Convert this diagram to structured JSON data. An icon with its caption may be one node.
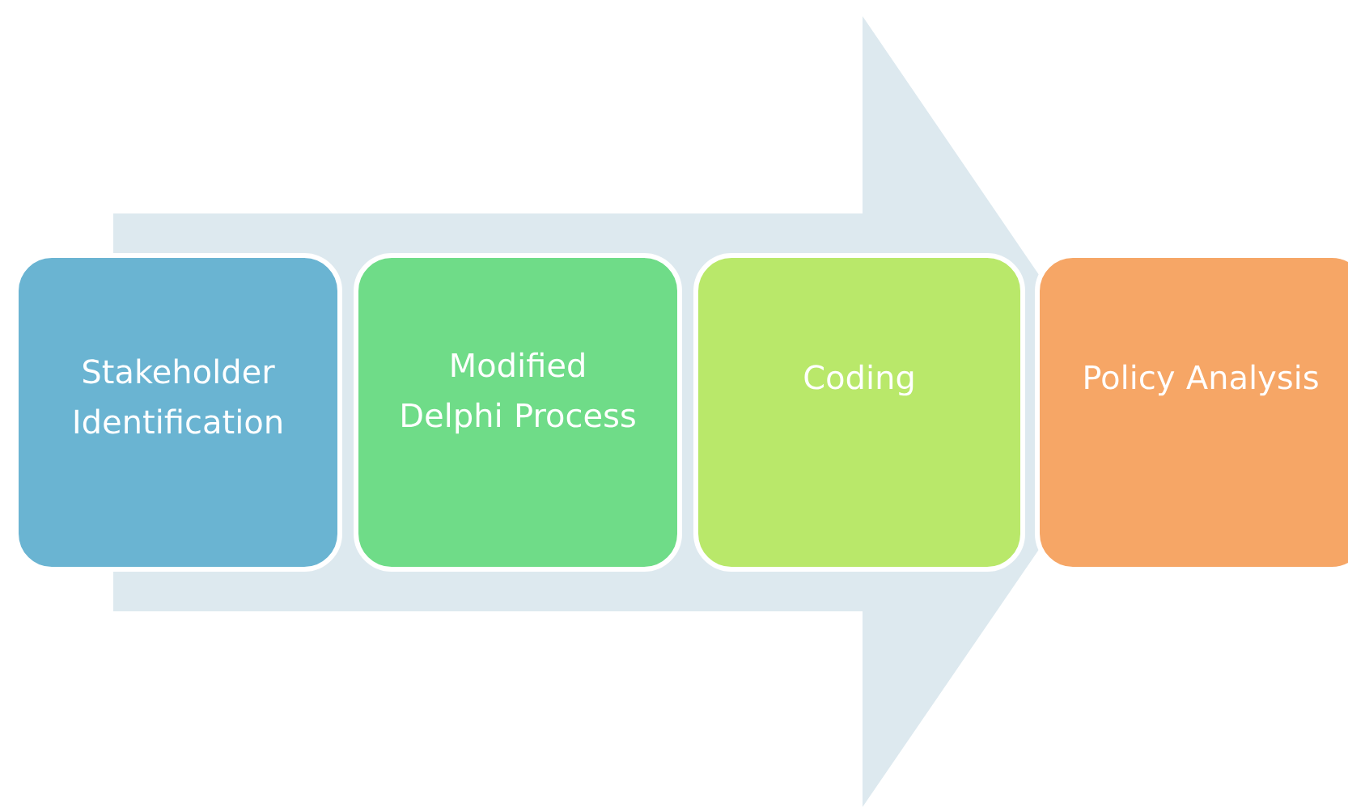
{
  "diagram": {
    "nodes": [
      {
        "text": [
          "Stakeholder Identification"
        ]
      },
      {
        "text": [
          "Modified Delphi Process"
        ]
      },
      {
        "text": [
          "Coding"
        ]
      },
      {
        "text": [
          "Policy Analysis"
        ]
      }
    ],
    "edges": [
      {
        "from": 0,
        "to": 3,
        "arrow": "to"
      }
    ]
  }
}
